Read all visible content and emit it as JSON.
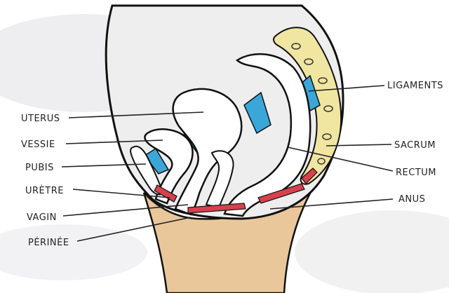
{
  "labels": {
    "uterus": "UTERUS",
    "vessie": "VESSIE",
    "pubis": "PUBIS",
    "uretre": "URÈTRE",
    "vagin": "VAGIN",
    "perinee": "PÉRINÉE",
    "ligaments": "LIGAMENTS",
    "sacrum": "SACRUM",
    "rectum": "RECTUM",
    "anus": "ANUS"
  },
  "colors": {
    "background_wash": "#e9e9ec",
    "body": "#eeeeef",
    "thigh": "#e9c79a",
    "organ": "#ffffff",
    "ligament_blue": "#3aa7d8",
    "muscle_red": "#d8404d",
    "sacrum": "#f1e5a2",
    "outline": "#111111"
  }
}
